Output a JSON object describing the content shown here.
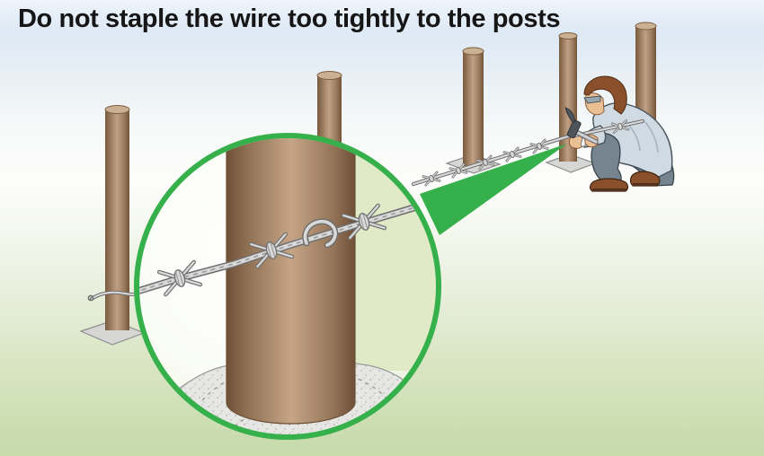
{
  "title": {
    "text": "Do not staple the wire too tightly to the posts"
  },
  "scene": {
    "posts_visible": 5,
    "magnifier_shows": "barbed wire held to the post by a loosely driven U-staple over a concrete footing",
    "worker_action": "crouching and hammering a fence staple on a post",
    "worker_tool": "claw hammer"
  },
  "colors": {
    "green_accent": "#35b04b",
    "sky_blue_top": "#dde9f5",
    "grass_green_bottom": "#c6daaa",
    "title_color": "#161616",
    "post_brown_light": "#c1a083",
    "post_brown_dark": "#7a5a3e",
    "wire_gray": "#d9d9d9",
    "wire_outline": "#6f6f6f",
    "concrete_gray": "#e6e6e4",
    "shirt_blue_gray": "#cfdae2",
    "pants_slate": "#75848e",
    "shoe_brown": "#8a4f2b",
    "skin": "#eabf94",
    "hair_brown": "#8a4f2b"
  }
}
